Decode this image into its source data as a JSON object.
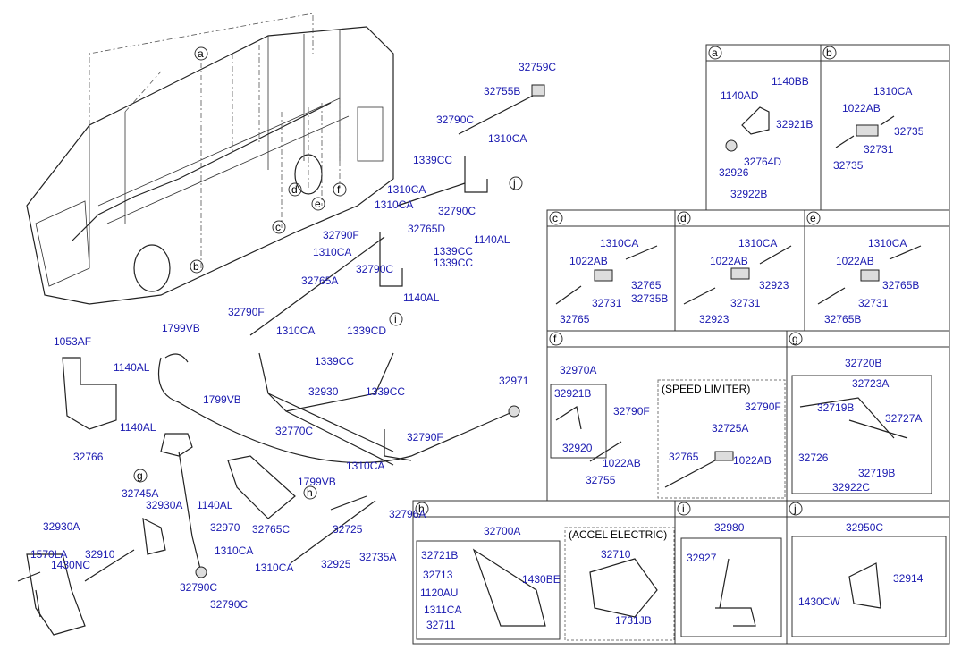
{
  "callouts": [
    "a",
    "b",
    "c",
    "d",
    "e",
    "f",
    "j",
    "i",
    "g",
    "h"
  ],
  "sections": [
    "a",
    "b",
    "c",
    "d",
    "e",
    "f",
    "g",
    "h",
    "i",
    "j"
  ],
  "titles": {
    "speed_limiter": "(SPEED LIMITER)",
    "accel_electric": "(ACCEL ELECTRIC)"
  },
  "labels": [
    {
      "text": "32759C"
    },
    {
      "text": "32755B"
    },
    {
      "text": "32790C"
    },
    {
      "text": "1310CA"
    },
    {
      "text": "1339CC"
    },
    {
      "text": "1310CA"
    },
    {
      "text": "1310CA"
    },
    {
      "text": "32790C"
    },
    {
      "text": "32765D"
    },
    {
      "text": "32790F"
    },
    {
      "text": "1140AL"
    },
    {
      "text": "1310CA"
    },
    {
      "text": "1339CC"
    },
    {
      "text": "1339CC"
    },
    {
      "text": "32790C"
    },
    {
      "text": "32765A"
    },
    {
      "text": "1140AL"
    },
    {
      "text": "32790F"
    },
    {
      "text": "1339CD"
    },
    {
      "text": "1310CA"
    },
    {
      "text": "1799VB"
    },
    {
      "text": "1053AF"
    },
    {
      "text": "1339CC"
    },
    {
      "text": "1140AL"
    },
    {
      "text": "32971"
    },
    {
      "text": "1339CC"
    },
    {
      "text": "32930"
    },
    {
      "text": "1799VB"
    },
    {
      "text": "1140AL"
    },
    {
      "text": "32770C"
    },
    {
      "text": "32790F"
    },
    {
      "text": "32766"
    },
    {
      "text": "1310CA"
    },
    {
      "text": "1799VB"
    },
    {
      "text": "32745A"
    },
    {
      "text": "32930A"
    },
    {
      "text": "1140AL"
    },
    {
      "text": "32796A"
    },
    {
      "text": "32930A"
    },
    {
      "text": "32970"
    },
    {
      "text": "32765C"
    },
    {
      "text": "32725"
    },
    {
      "text": "1570LA"
    },
    {
      "text": "32910"
    },
    {
      "text": "1310CA"
    },
    {
      "text": "32925"
    },
    {
      "text": "32735A"
    },
    {
      "text": "1430NC"
    },
    {
      "text": "1310CA"
    },
    {
      "text": "32790C"
    },
    {
      "text": "32790C"
    },
    {
      "text": "1140BB"
    },
    {
      "text": "1140AD"
    },
    {
      "text": "32921B"
    },
    {
      "text": "32764D"
    },
    {
      "text": "32926"
    },
    {
      "text": "32922B"
    },
    {
      "text": "1310CA"
    },
    {
      "text": "1022AB"
    },
    {
      "text": "32735"
    },
    {
      "text": "32731"
    },
    {
      "text": "32735"
    },
    {
      "text": "1310CA"
    },
    {
      "text": "1022AB"
    },
    {
      "text": "32765"
    },
    {
      "text": "32735B"
    },
    {
      "text": "32731"
    },
    {
      "text": "32765"
    },
    {
      "text": "1310CA"
    },
    {
      "text": "1022AB"
    },
    {
      "text": "32923"
    },
    {
      "text": "32731"
    },
    {
      "text": "32923"
    },
    {
      "text": "1310CA"
    },
    {
      "text": "1022AB"
    },
    {
      "text": "32765B"
    },
    {
      "text": "32731"
    },
    {
      "text": "32765B"
    },
    {
      "text": "32970A"
    },
    {
      "text": "32921B"
    },
    {
      "text": "32790F"
    },
    {
      "text": "32920"
    },
    {
      "text": "1022AB"
    },
    {
      "text": "32755"
    },
    {
      "text": "32790F"
    },
    {
      "text": "32725A"
    },
    {
      "text": "32765"
    },
    {
      "text": "1022AB"
    },
    {
      "text": "32720B"
    },
    {
      "text": "32723A"
    },
    {
      "text": "32719B"
    },
    {
      "text": "32727A"
    },
    {
      "text": "32726"
    },
    {
      "text": "32719B"
    },
    {
      "text": "32922C"
    },
    {
      "text": "32700A"
    },
    {
      "text": "32710"
    },
    {
      "text": "32721B"
    },
    {
      "text": "32713"
    },
    {
      "text": "1430BE"
    },
    {
      "text": "1120AU"
    },
    {
      "text": "1311CA"
    },
    {
      "text": "32711"
    },
    {
      "text": "1731JB"
    },
    {
      "text": "32980"
    },
    {
      "text": "32927"
    },
    {
      "text": "32950C"
    },
    {
      "text": "32914"
    },
    {
      "text": "1430CW"
    }
  ]
}
